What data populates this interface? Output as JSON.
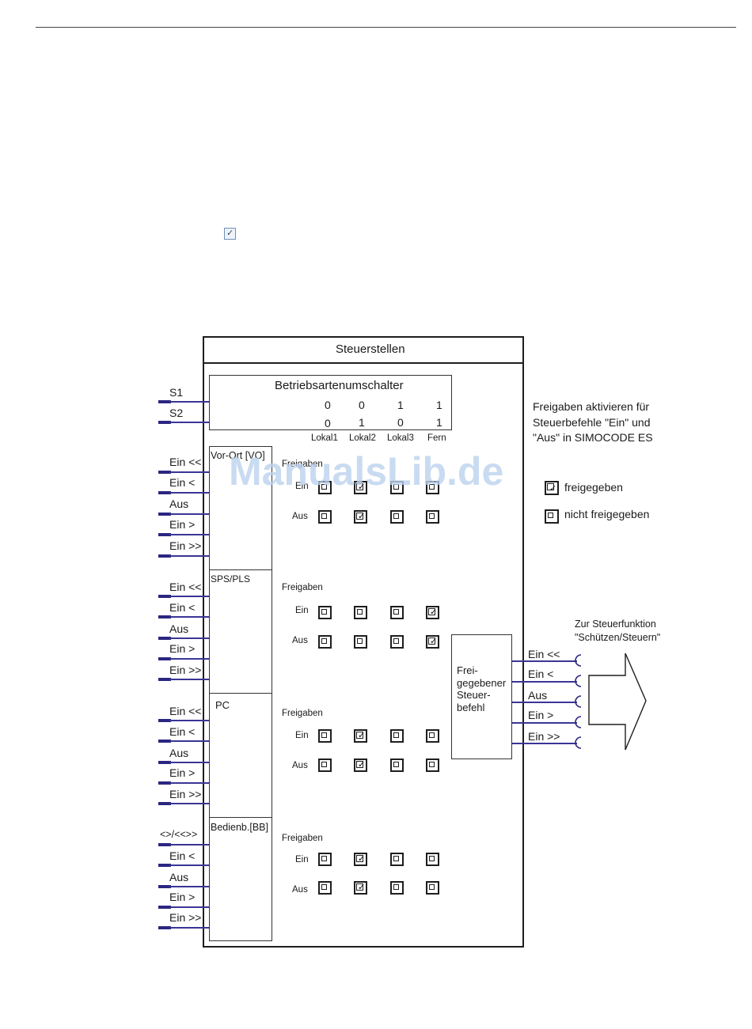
{
  "watermark": "ManualsLib.de",
  "main_title": "Steuerstellen",
  "selector": {
    "title": "Betriebsartenumschalter",
    "row1": [
      "0",
      "0",
      "1",
      "1"
    ],
    "row2": [
      "0",
      "1",
      "0",
      "1"
    ],
    "modes": [
      "Lokal1",
      "Lokal2",
      "Lokal3",
      "Fern"
    ]
  },
  "inputs_s": [
    "S1",
    "S2"
  ],
  "note": {
    "line1": "Freigaben aktivieren für",
    "line2": "Steuerbefehle \"Ein\" und",
    "line3": "\"Aus\" in SIMOCODE ES"
  },
  "legend": {
    "enabled": "freigegeben",
    "disabled": "nicht freigegeben"
  },
  "groups": [
    {
      "name": "Vor-Ort [VO]",
      "inputs": [
        "Ein <<",
        "Ein <",
        "Aus",
        "Ein >",
        "Ein >>"
      ],
      "freigaben": "Freigaben",
      "ein_label": "Ein",
      "aus_label": "Aus",
      "ein": [
        false,
        true,
        false,
        false
      ],
      "aus": [
        false,
        true,
        false,
        false
      ]
    },
    {
      "name": "SPS/PLS",
      "inputs": [
        "Ein <<",
        "Ein <",
        "Aus",
        "Ein >",
        "Ein >>"
      ],
      "freigaben": "Freigaben",
      "ein_label": "Ein",
      "aus_label": "Aus",
      "ein": [
        false,
        false,
        false,
        true
      ],
      "aus": [
        false,
        false,
        false,
        true
      ]
    },
    {
      "name": "PC",
      "inputs": [
        "Ein <<",
        "Ein <",
        "Aus",
        "Ein >",
        "Ein >>"
      ],
      "freigaben": "Freigaben",
      "ein_label": "Ein",
      "aus_label": "Aus",
      "ein": [
        false,
        true,
        false,
        false
      ],
      "aus": [
        false,
        true,
        false,
        false
      ]
    },
    {
      "name": "Bedienb.[BB]",
      "inputs": [
        "<>/<<>>",
        "Ein <",
        "Aus",
        "Ein >",
        "Ein >>"
      ],
      "freigaben": "Freigaben",
      "ein_label": "Ein",
      "aus_label": "Aus",
      "ein": [
        false,
        true,
        false,
        false
      ],
      "aus": [
        false,
        true,
        false,
        false
      ]
    }
  ],
  "result_box": {
    "line1": "Frei-",
    "line2": "gegebener",
    "line3": "Steuer-",
    "line4": "befehl"
  },
  "outputs": [
    "Ein <<",
    "Ein <",
    "Aus",
    "Ein >",
    "Ein >>"
  ],
  "target": {
    "line1": "Zur Steuerfunktion",
    "line2": "\"Schützen/Steuern\""
  }
}
